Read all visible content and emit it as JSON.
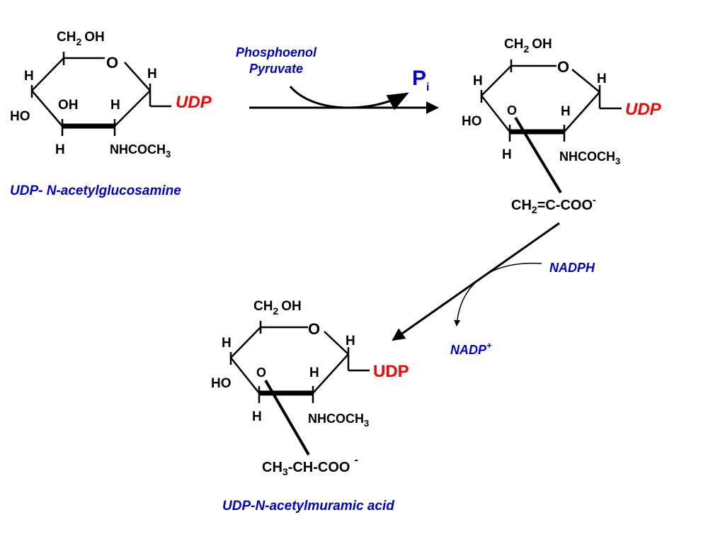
{
  "colors": {
    "ink": "#000000",
    "udp_red": "#ff0000",
    "reagent_blue": "#0000cc"
  },
  "molecule1": {
    "ch2oh_ch": "CH",
    "ch2oh_sub": "2",
    "ch2oh_oh": "OH",
    "ring_o": "O",
    "h_c1": "H",
    "udp": "UDP",
    "h_c4": "H",
    "ho": "HO",
    "oh_c3": "OH",
    "h_c2": "H",
    "h_c3": "H",
    "nhcoch": "NHCOCH",
    "nhcoch_sub": "3",
    "name": "UDP- N-acetylglucosamine"
  },
  "step1": {
    "reagent_line1": "Phosphoenol",
    "reagent_line2": "Pyruvate",
    "product_p": "P",
    "product_sub": "i"
  },
  "molecule2": {
    "ch2oh_ch": "CH",
    "ch2oh_sub": "2",
    "ch2oh_oh": "OH",
    "ring_o": "O",
    "h_c1": "H",
    "udp": "UDP",
    "h_c4": "H",
    "ho": "HO",
    "o_c3": "O",
    "h_c2": "H",
    "h_c3": "H",
    "nhcoch": "NHCOCH",
    "nhcoch_sub": "3",
    "side_a": "CH",
    "side_sub": "2",
    "side_b": "=C-COO",
    "side_sup": "-"
  },
  "step2": {
    "reagent": "NADPH",
    "product": "NADP",
    "product_sup": "+"
  },
  "molecule3": {
    "ch2oh_ch": "CH",
    "ch2oh_sub": "2",
    "ch2oh_oh": "OH",
    "ring_o": "O",
    "h_c1": "H",
    "udp": "UDP",
    "h_c4": "H",
    "ho": "HO",
    "o_c3": "O",
    "h_c2": "H",
    "h_c3": "H",
    "nhcoch": "NHCOCH",
    "nhcoch_sub": "3",
    "side_a": "CH",
    "side_sub": "3",
    "side_b": "-CH-COO",
    "side_sup": "-",
    "name": "UDP-N-acetylmuramic acid"
  }
}
